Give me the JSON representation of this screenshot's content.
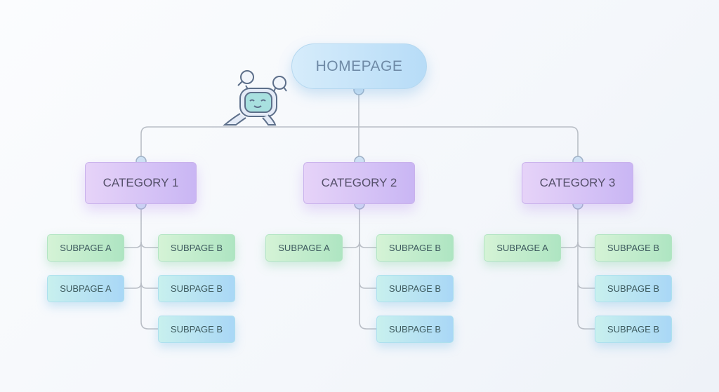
{
  "homepage": {
    "label": "HOMEPAGE"
  },
  "categories": [
    {
      "label": "CATEGORY 1",
      "subpages": [
        {
          "label": "SUBPAGE A",
          "side": "left",
          "row": 0,
          "color": "green"
        },
        {
          "label": "SUBPAGE B",
          "side": "right",
          "row": 0,
          "color": "green"
        },
        {
          "label": "SUBPAGE A",
          "side": "left",
          "row": 1,
          "color": "blue"
        },
        {
          "label": "SUBPAGE B",
          "side": "right",
          "row": 1,
          "color": "blue"
        },
        {
          "label": "SUBPAGE B",
          "side": "right",
          "row": 2,
          "color": "blue"
        }
      ]
    },
    {
      "label": "CATEGORY 2",
      "subpages": [
        {
          "label": "SUBPAGE A",
          "side": "left",
          "row": 0,
          "color": "green"
        },
        {
          "label": "SUBPAGE B",
          "side": "right",
          "row": 0,
          "color": "green"
        },
        {
          "label": "SUBPAGE B",
          "side": "right",
          "row": 1,
          "color": "blue"
        },
        {
          "label": "SUBPAGE B",
          "side": "right",
          "row": 2,
          "color": "blue"
        }
      ]
    },
    {
      "label": "CATEGORY 3",
      "subpages": [
        {
          "label": "SUBPAGE A",
          "side": "left",
          "row": 0,
          "color": "green"
        },
        {
          "label": "SUBPAGE B",
          "side": "right",
          "row": 0,
          "color": "green"
        },
        {
          "label": "SUBPAGE B",
          "side": "right",
          "row": 1,
          "color": "blue"
        },
        {
          "label": "SUBPAGE B",
          "side": "right",
          "row": 2,
          "color": "blue"
        }
      ]
    }
  ],
  "icons": {
    "mascot": "robot-mascot-icon"
  }
}
